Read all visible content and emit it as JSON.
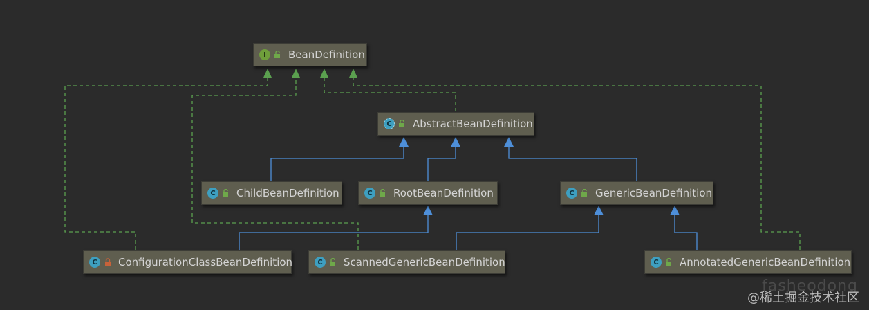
{
  "nodes": {
    "bean_definition": {
      "name": "BeanDefinition",
      "kind": "I",
      "kind_type": "interface",
      "visibility": "public"
    },
    "abstract_bean_definition": {
      "name": "AbstractBeanDefinition",
      "kind": "C",
      "kind_type": "abstract class",
      "visibility": "public"
    },
    "child_bean_definition": {
      "name": "ChildBeanDefinition",
      "kind": "C",
      "kind_type": "class",
      "visibility": "public"
    },
    "root_bean_definition": {
      "name": "RootBeanDefinition",
      "kind": "C",
      "kind_type": "class",
      "visibility": "public"
    },
    "generic_bean_definition": {
      "name": "GenericBeanDefinition",
      "kind": "C",
      "kind_type": "class",
      "visibility": "public"
    },
    "configuration_class_bean_definition": {
      "name": "ConfigurationClassBeanDefinition",
      "kind": "C",
      "kind_type": "class",
      "visibility": "private"
    },
    "scanned_generic_bean_definition": {
      "name": "ScannedGenericBeanDefinition",
      "kind": "C",
      "kind_type": "class",
      "visibility": "public"
    },
    "annotated_generic_bean_definition": {
      "name": "AnnotatedGenericBeanDefinition",
      "kind": "C",
      "kind_type": "class",
      "visibility": "public"
    }
  },
  "edges": [
    {
      "from": "AbstractBeanDefinition",
      "to": "BeanDefinition",
      "type": "implements"
    },
    {
      "from": "ChildBeanDefinition",
      "to": "AbstractBeanDefinition",
      "type": "extends"
    },
    {
      "from": "RootBeanDefinition",
      "to": "AbstractBeanDefinition",
      "type": "extends"
    },
    {
      "from": "GenericBeanDefinition",
      "to": "AbstractBeanDefinition",
      "type": "extends"
    },
    {
      "from": "ConfigurationClassBeanDefinition",
      "to": "RootBeanDefinition",
      "type": "extends"
    },
    {
      "from": "ConfigurationClassBeanDefinition",
      "to": "BeanDefinition",
      "type": "implements"
    },
    {
      "from": "ScannedGenericBeanDefinition",
      "to": "GenericBeanDefinition",
      "type": "extends"
    },
    {
      "from": "ScannedGenericBeanDefinition",
      "to": "BeanDefinition",
      "type": "implements"
    },
    {
      "from": "AnnotatedGenericBeanDefinition",
      "to": "GenericBeanDefinition",
      "type": "extends"
    },
    {
      "from": "AnnotatedGenericBeanDefinition",
      "to": "BeanDefinition",
      "type": "implements"
    }
  ],
  "colors": {
    "background": "#2b2b2b",
    "node_fill": "#5f5e4f",
    "node_text": "#d4d4d4",
    "extends_line": "#4e8fd9",
    "implements_line": "#5ba04f",
    "interface_badge": "#6f9e3b",
    "class_badge": "#3e9fc0",
    "public_icon": "#6fa84a",
    "private_icon": "#c7623a"
  },
  "watermark": {
    "text": "@稀土掘金技术社区",
    "ghost_text": "fasheodong"
  }
}
